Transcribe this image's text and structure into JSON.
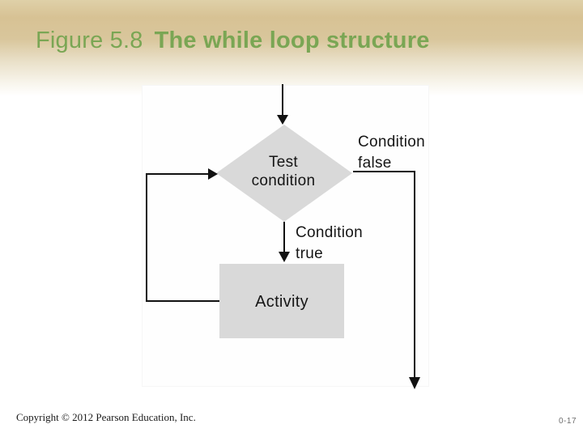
{
  "slide": {
    "title": {
      "figure_label": "Figure 5.8",
      "title_text": "The while loop structure"
    },
    "footer": {
      "copyright": "Copyright © 2012 Pearson Education, Inc.",
      "page_number": "0-17"
    }
  },
  "diagram": {
    "type": "flowchart",
    "decision": {
      "line1": "Test",
      "line2": "condition"
    },
    "process": {
      "label": "Activity"
    },
    "branch_labels": {
      "false_line1": "Condition",
      "false_line2": "false",
      "true_line1": "Condition",
      "true_line2": "true"
    },
    "colors": {
      "shape_fill": "#d9d9d9",
      "line_color": "#111111",
      "title_green": "#7aa654",
      "header_tan": "#d7c294"
    }
  }
}
